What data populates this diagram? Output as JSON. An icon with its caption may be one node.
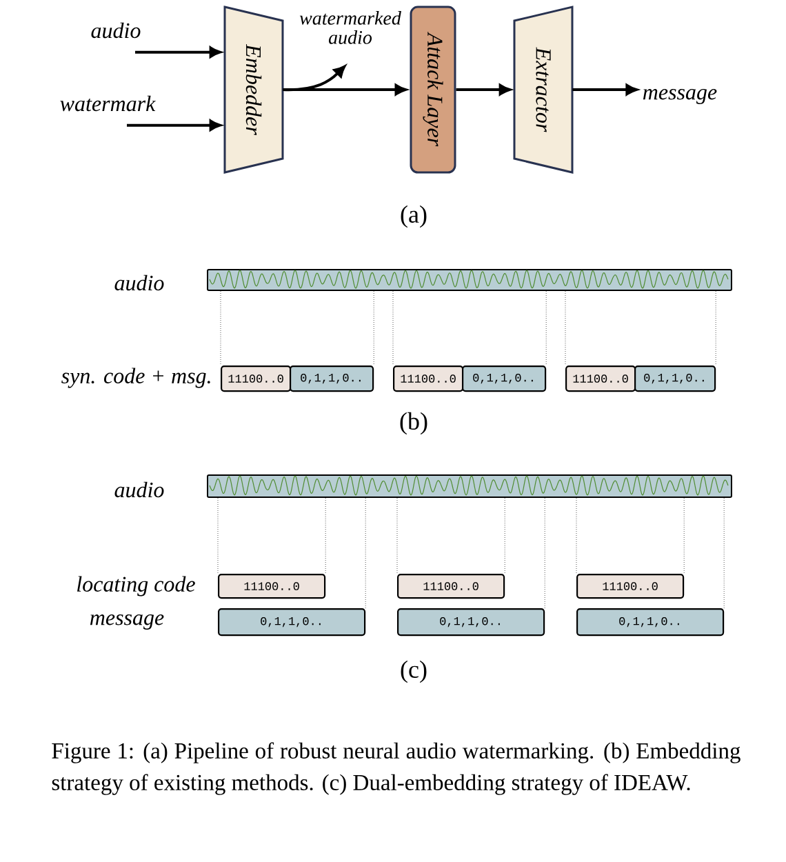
{
  "diagram": {
    "caption": "Figure 1: (a) Pipeline of robust neural audio watermarking. (b) Embedding strategy of existing methods. (c) Dual-embedding strategy of IDEAW.",
    "nodes": [
      {
        "text": [
          "audio"
        ]
      },
      {
        "text": [
          "watermark"
        ]
      },
      {
        "text": [
          "Embedder"
        ]
      },
      {
        "text": [
          "Attack Layer"
        ]
      },
      {
        "text": [
          "Extractor"
        ]
      },
      {
        "text": [
          "message"
        ]
      },
      {
        "text": [],
        "shape": "bar"
      },
      {
        "text": [
          "11100..0"
        ]
      },
      {
        "text": [
          "0,1,1,0.."
        ]
      },
      {
        "text": [
          "11100..0"
        ]
      },
      {
        "text": [
          "0,1,1,0.."
        ]
      },
      {
        "text": [
          "11100..0"
        ]
      },
      {
        "text": [
          "0,1,1,0.."
        ]
      },
      {
        "text": [],
        "shape": "bar"
      },
      {
        "text": [
          "11100..0"
        ]
      },
      {
        "text": [
          "11100..0"
        ]
      },
      {
        "text": [
          "11100..0"
        ]
      },
      {
        "text": [
          "0,1,1,0.."
        ]
      },
      {
        "text": [
          "0,1,1,0.."
        ]
      },
      {
        "text": [
          "0,1,1,0.."
        ]
      }
    ],
    "edges": [
      {
        "from": 0,
        "to": 2,
        "arrow": "to",
        "style": "thick"
      },
      {
        "from": 1,
        "to": 2,
        "arrow": "to",
        "style": "thick"
      },
      {
        "from": 2,
        "to": null,
        "arrow": "to",
        "label": "watermarked audio",
        "style": "thick"
      },
      {
        "from": 2,
        "to": 3,
        "arrow": "to",
        "style": "thick"
      },
      {
        "from": 3,
        "to": 4,
        "arrow": "to",
        "style": "thick"
      },
      {
        "from": 4,
        "to": 5,
        "arrow": "to",
        "style": "thick"
      },
      {
        "from": 6,
        "to": 7,
        "arrow": "none",
        "style": "dashed"
      },
      {
        "from": 6,
        "to": 8,
        "arrow": "none",
        "style": "dashed"
      },
      {
        "from": 6,
        "to": 9,
        "arrow": "none",
        "style": "dashed"
      },
      {
        "from": 6,
        "to": 10,
        "arrow": "none",
        "style": "dashed"
      },
      {
        "from": 6,
        "to": 11,
        "arrow": "none",
        "style": "dashed"
      },
      {
        "from": 6,
        "to": 12,
        "arrow": "none",
        "style": "dashed"
      },
      {
        "from": 13,
        "to": 14,
        "arrow": "none",
        "style": "dashed"
      },
      {
        "from": 13,
        "to": 14,
        "arrow": "none",
        "style": "dashed"
      },
      {
        "from": 13,
        "to": 17,
        "arrow": "none",
        "style": "dashed"
      },
      {
        "from": 13,
        "to": 15,
        "arrow": "none",
        "style": "dashed"
      },
      {
        "from": 13,
        "to": 15,
        "arrow": "none",
        "style": "dashed"
      },
      {
        "from": 13,
        "to": 18,
        "arrow": "none",
        "style": "dashed"
      },
      {
        "from": 13,
        "to": 16,
        "arrow": "none",
        "style": "dashed"
      },
      {
        "from": 13,
        "to": 16,
        "arrow": "none",
        "style": "dashed"
      },
      {
        "from": 13,
        "to": 19,
        "arrow": "none",
        "style": "dashed"
      }
    ],
    "labels": [
      "(a)",
      "audio",
      "syn. code + msg.",
      "(b)",
      "audio",
      "locating code",
      "message",
      "(c)"
    ]
  }
}
